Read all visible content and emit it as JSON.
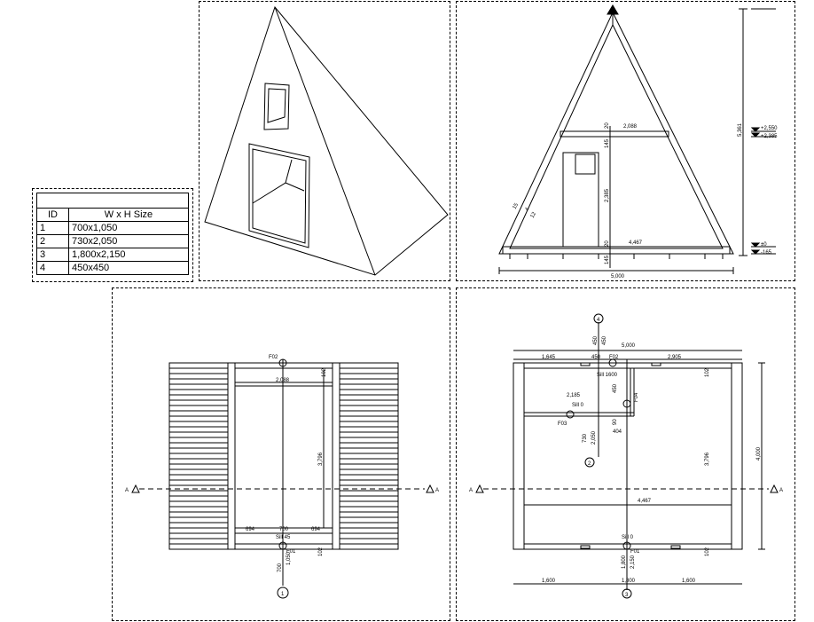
{
  "legend": {
    "headers": [
      "ID",
      "W x H Size"
    ],
    "rows": [
      [
        "1",
        "700x1,050"
      ],
      [
        "2",
        "730x2,050"
      ],
      [
        "3",
        "1,800x2,150"
      ],
      [
        "4",
        "450x450"
      ]
    ]
  },
  "elevation": {
    "dims": {
      "top_width": "2,088",
      "base_inner": "4,467",
      "total_width": "5,000",
      "height_total": "5,361",
      "v145_top": "145",
      "v2385": "2,385",
      "v20_top": "20",
      "v20_bot": "20",
      "v145_bot": "145",
      "t15": "15",
      "t4": "4",
      "t12": "12"
    },
    "levels": {
      "l1": "+2,550",
      "l2": "+2,385",
      "l3": "±0",
      "l4": "-165"
    }
  },
  "roof_plan": {
    "tags": {
      "f02": "F02",
      "f01": "F01",
      "sill": "Sill 45"
    },
    "dims": {
      "top": "2,088",
      "d102a": "102",
      "d3796": "3,796",
      "d694a": "694",
      "d700": "700",
      "d694b": "694",
      "d102b": "102",
      "d1050": "1,050",
      "d700v": "700"
    },
    "grid": {
      "g1": "1"
    },
    "section": {
      "a1": "A",
      "a2": "A"
    }
  },
  "floor_plan": {
    "tags": {
      "f02": "F02",
      "f01": "F01",
      "f03": "F03",
      "f04": "F04",
      "sill1": "Sill 1600",
      "sill2": "Sill 0",
      "sill3": "Sill 0"
    },
    "dims": {
      "overall": "5,000",
      "d1645": "1,645",
      "d450": "450",
      "d2905": "2,905",
      "d102a": "102",
      "d2185": "2,185",
      "d404": "404",
      "d3796": "3,796",
      "d4000": "4,000",
      "d4467": "4,467",
      "d102b": "102",
      "d1600a": "1,600",
      "d1800": "1,800",
      "d1600b": "1,600",
      "d730": "730",
      "d2050": "2,050",
      "d1800v": "1,800",
      "d2150": "2,150",
      "d450v1": "450",
      "d450v2": "450",
      "d450v3": "450",
      "d90": "90"
    },
    "grid": {
      "g2": "2",
      "g3": "3",
      "g4": "4"
    },
    "section": {
      "a1": "A",
      "a2": "A"
    }
  }
}
